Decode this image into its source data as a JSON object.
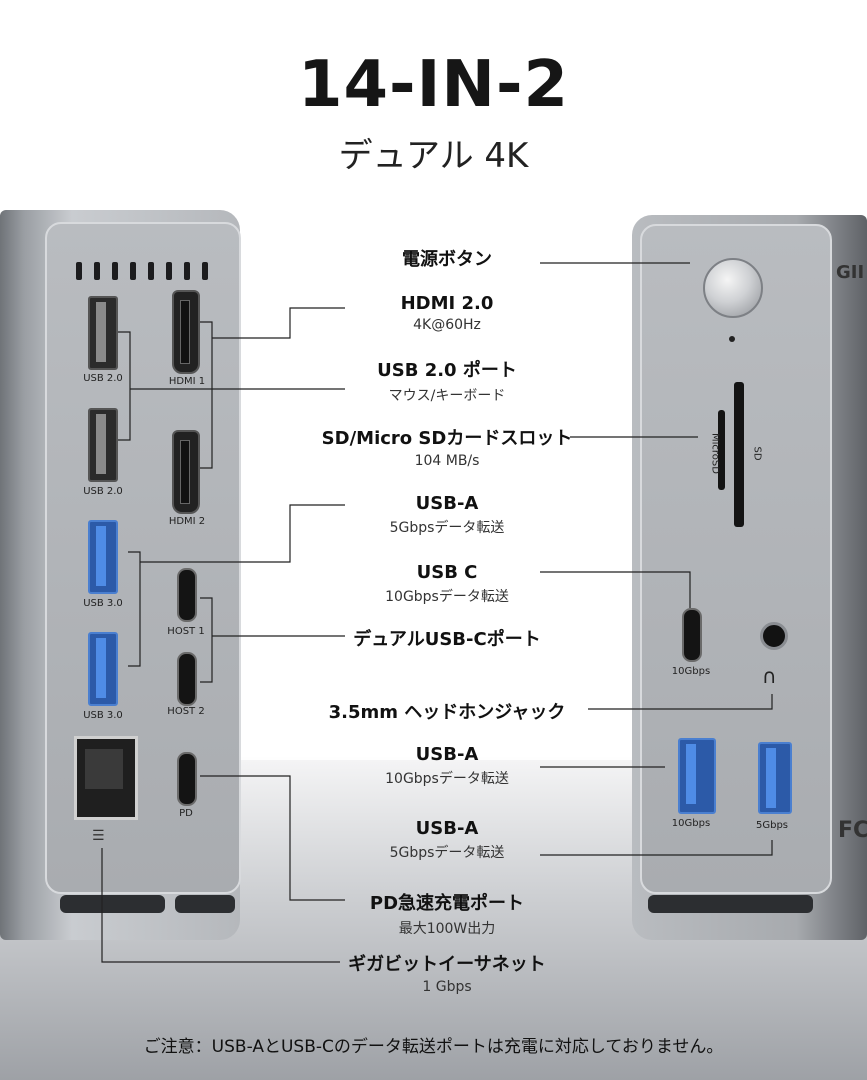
{
  "headline": "14-IN-2",
  "subline": "デュアル 4K",
  "labels": {
    "power": {
      "title": "電源ボタン"
    },
    "hdmi": {
      "title": "HDMI 2.0",
      "sub": "4K@60Hz"
    },
    "usb2": {
      "title": "USB 2.0 ポート",
      "sub": "マウス/キーボード"
    },
    "sd": {
      "title": "SD/Micro SDカードスロット",
      "sub": "104 MB/s"
    },
    "usba5_left": {
      "title": "USB-A",
      "sub": "5Gbpsデータ転送"
    },
    "usbc": {
      "title": "USB C",
      "sub": "10Gbpsデータ転送"
    },
    "dual_usbc": {
      "title": "デュアルUSB-Cポート"
    },
    "jack": {
      "title": "3.5mm ヘッドホンジャック"
    },
    "usba10": {
      "title": "USB-A",
      "sub": "10Gbpsデータ転送"
    },
    "usba5_right": {
      "title": "USB-A",
      "sub": "5Gbpsデータ転送"
    },
    "pd": {
      "title": "PD急速充電ポート",
      "sub": "最大100W出力"
    },
    "ethernet": {
      "title": "ギガビットイーサネット",
      "sub": "1 Gbps"
    }
  },
  "device_left": {
    "usb2_a": "USB 2.0",
    "usb2_b": "USB 2.0",
    "hdmi1": "HDMI 1",
    "hdmi2": "HDMI 2",
    "usb3_a": "USB 3.0",
    "usb3_b": "USB 3.0",
    "host1": "HOST 1",
    "host2": "HOST 2",
    "pd": "PD"
  },
  "device_right": {
    "microsd": "MicroSD",
    "sd": "SD",
    "usbc_speed": "10Gbps",
    "usba_fast": "10Gbps",
    "usba_slow": "5Gbps",
    "brand_partial": "GII",
    "fc_mark": "FC"
  },
  "notice": "ご注意：USB-AとUSB-Cのデータ転送ポートは充電に対応しておりません。",
  "icons": [
    "headphone-icon",
    "ethernet-icon",
    "power-button"
  ]
}
